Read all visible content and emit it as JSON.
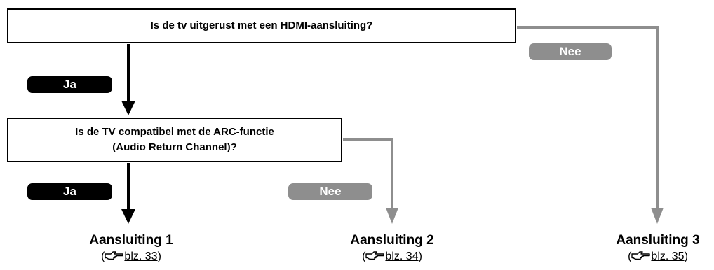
{
  "questions": {
    "q1": "Is de tv uitgerust met een HDMI-aansluiting?",
    "q2_line1": "Is de TV compatibel met de ARC-functie",
    "q2_line2": "(Audio Return Channel)?"
  },
  "labels": {
    "yes": "Ja",
    "no": "Nee"
  },
  "targets": [
    {
      "title": "Aansluiting 1",
      "open": "(",
      "page": "blz. 33",
      "close": ")"
    },
    {
      "title": "Aansluiting 2",
      "open": "(",
      "page": "blz. 34",
      "close": ")"
    },
    {
      "title": "Aansluiting 3",
      "open": "(",
      "page": "blz. 35",
      "close": ")"
    }
  ],
  "colors": {
    "yes_path": "#000000",
    "no_path": "#8e8e8e",
    "background": "#ffffff"
  },
  "icons": {
    "reference": "pointing-hand-icon"
  }
}
